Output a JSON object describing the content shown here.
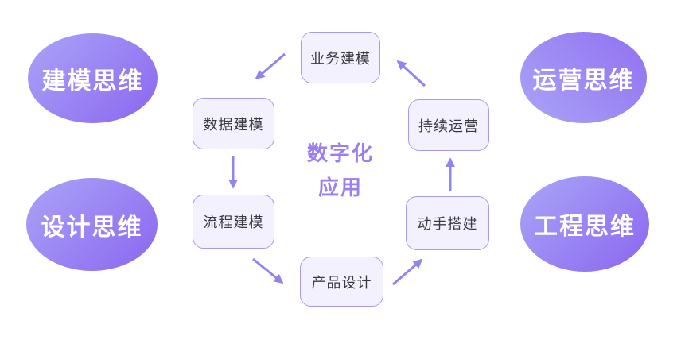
{
  "diagram": {
    "center_title": {
      "line1": "数字化",
      "line2": "应用"
    },
    "bubbles": [
      {
        "id": "modeling-thinking",
        "label": "建模思维",
        "position": "top-left"
      },
      {
        "id": "operations-thinking",
        "label": "运营思维",
        "position": "top-right"
      },
      {
        "id": "design-thinking",
        "label": "设计思维",
        "position": "bottom-left"
      },
      {
        "id": "engineering-thinking",
        "label": "工程思维",
        "position": "bottom-right"
      }
    ],
    "nodes": [
      {
        "id": "business-modeling",
        "label": "业务建模"
      },
      {
        "id": "data-modeling",
        "label": "数据建模"
      },
      {
        "id": "process-modeling",
        "label": "流程建模"
      },
      {
        "id": "product-design",
        "label": "产品设计"
      },
      {
        "id": "hands-on-building",
        "label": "动手搭建"
      },
      {
        "id": "continuous-operation",
        "label": "持续运营"
      }
    ],
    "edges": [
      {
        "from": "业务建模",
        "to": "数据建模"
      },
      {
        "from": "数据建模",
        "to": "流程建模"
      },
      {
        "from": "流程建模",
        "to": "产品设计"
      },
      {
        "from": "产品设计",
        "to": "动手搭建"
      },
      {
        "from": "动手搭建",
        "to": "持续运营"
      },
      {
        "from": "持续运营",
        "to": "业务建模"
      }
    ],
    "colors": {
      "bubble_gradient_start": "#aaa4f7",
      "bubble_gradient_end": "#8b66f0",
      "node_fill": "#f3f1fd",
      "node_border": "#ab97f0",
      "node_text": "#3b3b43",
      "center_text": "#9b7ff2",
      "arrow": "#8f85ef",
      "background": "#ffffff"
    }
  }
}
